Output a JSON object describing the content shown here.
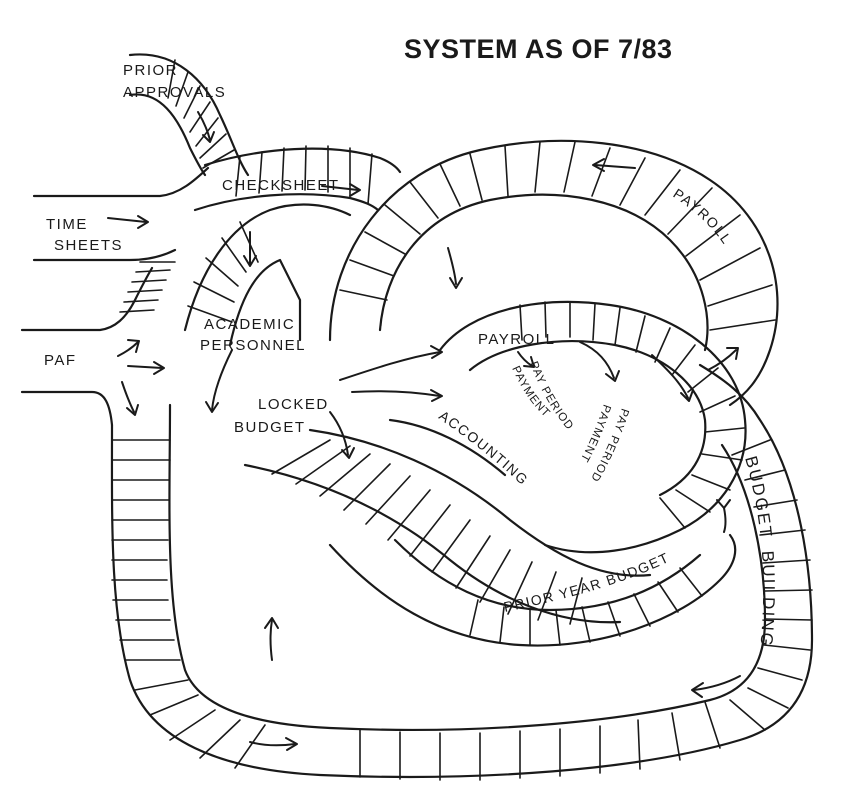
{
  "title": "SYSTEM AS OF 7/83",
  "labels": {
    "prior_approvals_1": "PRIOR",
    "prior_approvals_2": "APPROVALS",
    "checksheet": "CHECKSHEET",
    "time_sheets_1": "TIME",
    "time_sheets_2": "SHEETS",
    "paf": "PAF",
    "academic_personnel_1": "ACADEMIC",
    "academic_personnel_2": "PERSONNEL",
    "locked_budget_1": "LOCKED",
    "locked_budget_2": "BUDGET",
    "payroll_top": "PAYROLL",
    "payroll_mid": "PAYROLL",
    "pay_period_payment_a_1": "PAY PERIOD",
    "pay_period_payment_a_2": "PAYMENT",
    "pay_period_payment_b_1": "PAY PERIOD",
    "pay_period_payment_b_2": "PAYMENT",
    "accounting": "ACCOUNTING",
    "budget_building_1": "BUDGET",
    "budget_building_2": "BUILDING",
    "prior_year_budget": "PRIOR YEAR BUDGET"
  }
}
